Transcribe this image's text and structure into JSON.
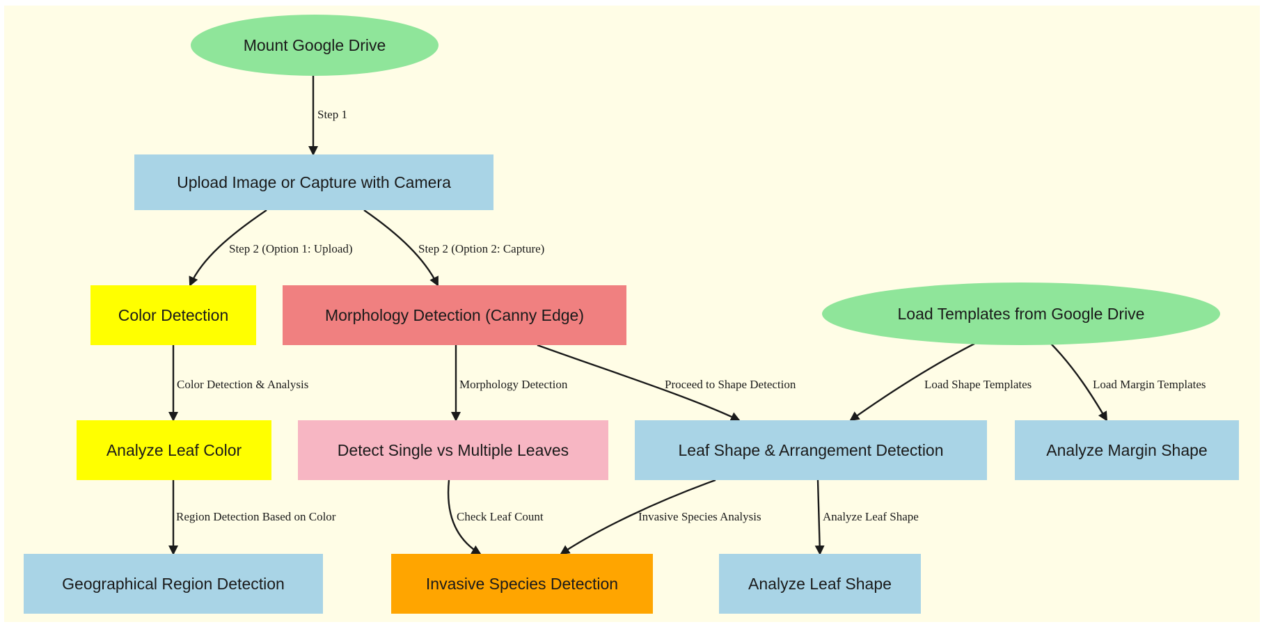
{
  "colors": {
    "background": "#fffde6",
    "ellipse_green": "#8fe59a",
    "box_blue": "#a9d4e6",
    "box_yellow": "#ffff00",
    "box_red": "#f08080",
    "box_pink": "#f7b6c3",
    "box_orange": "#ffa500",
    "edge": "#1a1a1a"
  },
  "nodes": {
    "mount_drive": "Mount Google Drive",
    "upload_image": "Upload Image or Capture with Camera",
    "color_detection": "Color Detection",
    "morphology_detection": "Morphology Detection (Canny Edge)",
    "load_templates": "Load Templates from Google Drive",
    "analyze_leaf_color": "Analyze Leaf Color",
    "detect_single_multiple": "Detect Single vs Multiple Leaves",
    "leaf_shape_arrangement": "Leaf Shape & Arrangement Detection",
    "analyze_margin_shape": "Analyze Margin Shape",
    "geographical_region": "Geographical Region Detection",
    "invasive_species": "Invasive Species Detection",
    "analyze_leaf_shape": "Analyze Leaf Shape"
  },
  "edge_labels": {
    "step1": "Step 1",
    "step2_upload": "Step 2 (Option 1: Upload)",
    "step2_capture": "Step 2 (Option 2: Capture)",
    "color_analysis": "Color Detection & Analysis",
    "morphology": "Morphology Detection",
    "proceed_shape": "Proceed to Shape Detection",
    "load_shape_templates": "Load Shape Templates",
    "load_margin_templates": "Load Margin Templates",
    "region_based_color": "Region Detection Based on Color",
    "check_leaf_count": "Check Leaf Count",
    "invasive_analysis": "Invasive Species Analysis",
    "analyze_leaf_shape": "Analyze Leaf Shape"
  }
}
